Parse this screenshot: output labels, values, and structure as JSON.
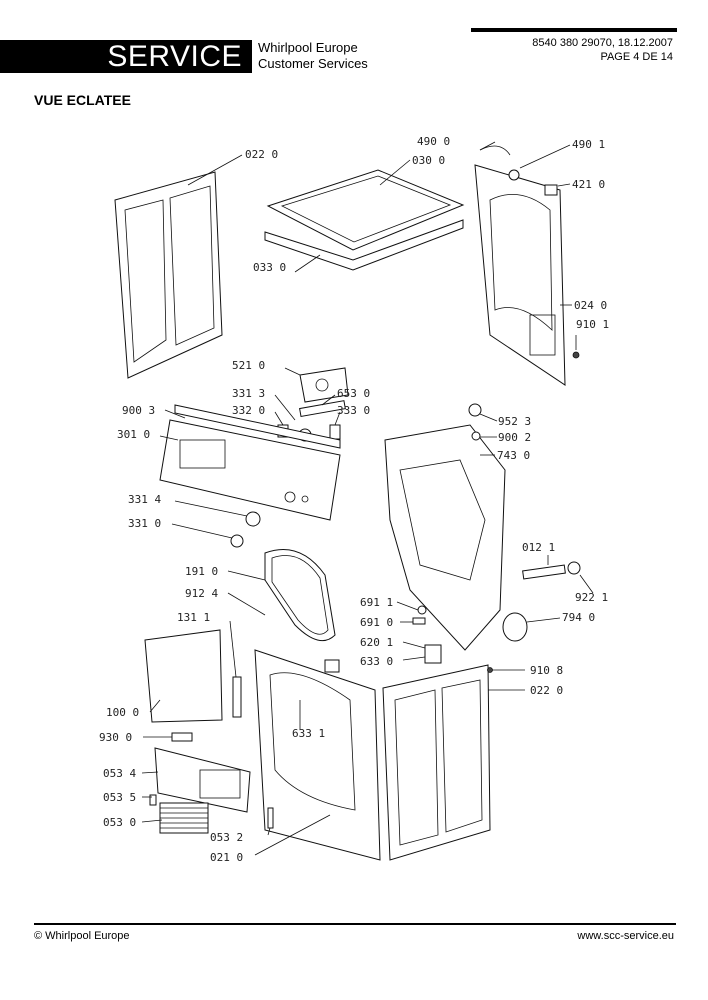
{
  "header": {
    "badge": "SERVICE",
    "company_line1": "Whirlpool Europe",
    "company_line2": "Customer Services",
    "doc_ref": "8540 380 29070, 18.12.2007",
    "page_info": "PAGE 4 DE 14"
  },
  "title": "VUE ECLATEE",
  "parts": {
    "p0220_left": "022 0",
    "p0300": "030 0",
    "p0330": "033 0",
    "p4900": "490 0",
    "p4901": "490 1",
    "p4210": "421 0",
    "p0240": "024 0",
    "p9101": "910 1",
    "p5210": "521 0",
    "p3313": "331 3",
    "p3320": "332 0",
    "p6530": "653 0",
    "p3330": "333 0",
    "p9003": "900 3",
    "p3010": "301 0",
    "p9523": "952 3",
    "p9002": "900 2",
    "p7430": "743 0",
    "p3314": "331 4",
    "p3310": "331 0",
    "p0121": "012 1",
    "p9221": "922 1",
    "p7940": "794 0",
    "p1910": "191 0",
    "p9124": "912 4",
    "p1311": "131 1",
    "p6911": "691 1",
    "p6910": "691 0",
    "p6201": "620 1",
    "p6330": "633 0",
    "p9108": "910 8",
    "p0220_right": "022 0",
    "p1000": "100 0",
    "p9300": "930 0",
    "p6331": "633 1",
    "p0534": "053 4",
    "p0535": "053 5",
    "p0530": "053 0",
    "p0532": "053 2",
    "p0210": "021 0"
  },
  "footer": {
    "copyright": "© Whirlpool Europe",
    "website": "www.scc-service.eu"
  }
}
